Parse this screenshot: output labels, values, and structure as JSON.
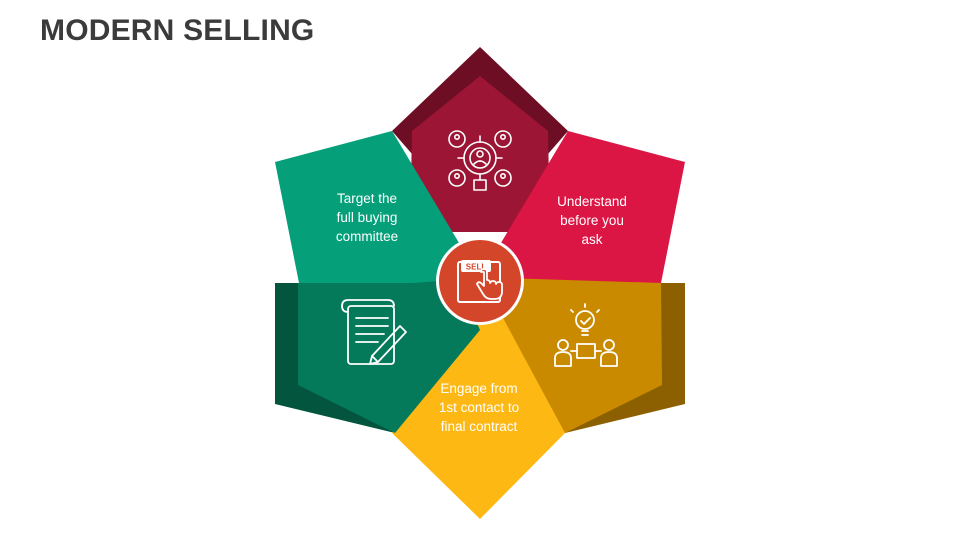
{
  "page": {
    "title": "MODERN SELLING"
  },
  "center": {
    "icon": "sell-hand-icon",
    "sign_text": "SELL",
    "color": "#D4462A"
  },
  "segments": [
    {
      "id": "top",
      "label": "",
      "icon": "target-audience-icon",
      "color": "#9C1535",
      "shade": "#6E0E25"
    },
    {
      "id": "upper-right",
      "label": "Understand\nbefore you\nask",
      "icon": "",
      "color": "#DC1644"
    },
    {
      "id": "lower-right",
      "label": "",
      "icon": "idea-collaboration-icon",
      "color": "#C98A00",
      "shade": "#8C6000"
    },
    {
      "id": "bottom",
      "label": "Engage from\n1st contact to\nfinal contract",
      "icon": "",
      "color": "#FDB813"
    },
    {
      "id": "lower-left",
      "label": "",
      "icon": "contract-signing-icon",
      "color": "#047A5A",
      "shade": "#03553E"
    },
    {
      "id": "upper-left",
      "label": "Target the\nfull buying\ncommittee",
      "icon": "",
      "color": "#05A07A"
    }
  ]
}
